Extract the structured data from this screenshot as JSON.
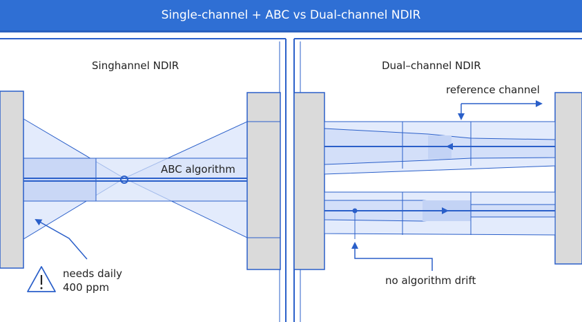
{
  "title": "Single-channel + ABC vs Dual-channel NDIR",
  "left_panel": {
    "title": "Singhannel NDIR",
    "abc_label": "ABC algorithm",
    "note_line1": "needs daily",
    "note_line2": "400 ppm",
    "warning_icon": "warning-triangle-icon"
  },
  "right_panel": {
    "title": "Dual–channel NDIR",
    "reference_label": "reference channel",
    "drift_label": "no algorithm drift"
  },
  "colors": {
    "accent": "#2f6fd4",
    "line": "#2a5fc9",
    "beam_fill": "#dfe8fb",
    "beam_dark": "#c8d6f6",
    "block": "#dadada",
    "block_border": "#2a5fc9"
  }
}
